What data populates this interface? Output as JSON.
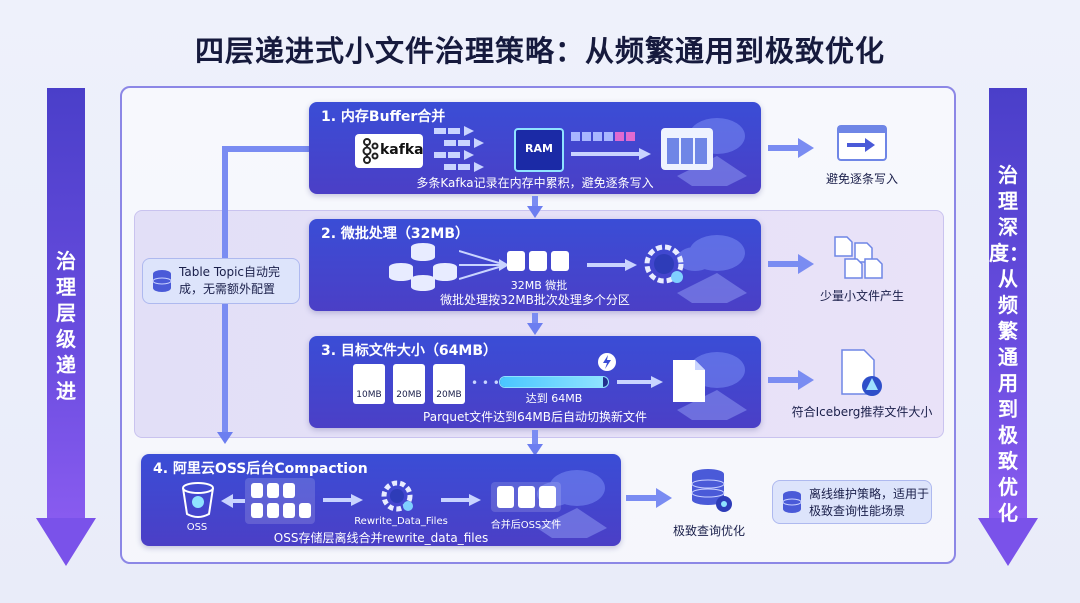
{
  "title": "四层递进式小文件治理策略：从频繁通用到极致优化",
  "left_arrow_text": "治理层级递进",
  "right_arrow_text": "治理深度：从频繁通用到极致优化",
  "stages": [
    {
      "title": "1. 内存Buffer合并",
      "desc": "多条Kafka记录在内存中累积，避免逐条写入",
      "inner_labels": {
        "kafka": "kafka",
        "ram": "RAM"
      },
      "output": "避免逐条写入"
    },
    {
      "title": "2. 微批处理（32MB）",
      "desc": "微批处理按32MB批次处理多个分区",
      "inner_labels": {
        "batch": "32MB 微批"
      },
      "output": "少量小文件产生"
    },
    {
      "title": "3. 目标文件大小（64MB）",
      "desc": "Parquet文件达到64MB后自动切换新文件",
      "inner_labels": {
        "file1": "10MB",
        "file2": "20MB",
        "file3": "20MB",
        "progress": "达到 64MB"
      },
      "progress_fraction": 0.95,
      "output": "符合Iceberg推荐文件大小"
    },
    {
      "title": "4. 阿里云OSS后台Compaction",
      "desc": "OSS存储层离线合并rewrite_data_files",
      "inner_labels": {
        "oss": "OSS",
        "rewrite": "Rewrite_Data_Files",
        "merged": "合并后OSS文件"
      },
      "output": "极致查询优化"
    }
  ],
  "notes": {
    "table_topic": "Table Topic自动完成，无需额外配置",
    "offline": "离线维护策略，适用于极致查询性能场景"
  },
  "colors": {
    "stage_start": "#3a4dd6",
    "stage_end": "#4b3fc6",
    "accent": "#6b4de0"
  }
}
